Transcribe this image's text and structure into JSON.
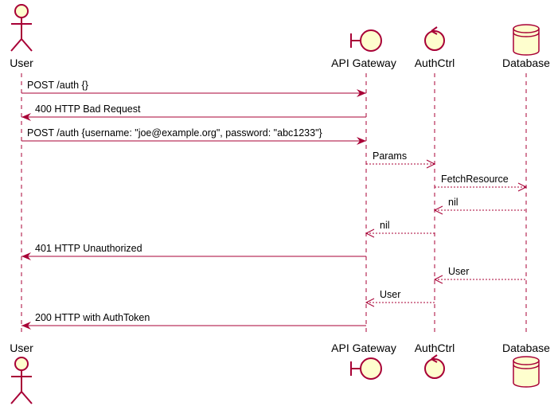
{
  "colors": {
    "stroke": "#a80036",
    "fill": "#fefece",
    "lifeline": "#a80036",
    "text": "#000000"
  },
  "participants": [
    {
      "label": "User",
      "icon": "actor-icon"
    },
    {
      "label": "API Gateway",
      "icon": "boundary-icon"
    },
    {
      "label": "AuthCtrl",
      "icon": "control-icon"
    },
    {
      "label": "Database",
      "icon": "database-icon"
    }
  ],
  "messages": [
    {
      "label": "POST /auth {}",
      "from": "User",
      "to": "API Gateway",
      "style": "solid"
    },
    {
      "label": "400 HTTP Bad Request",
      "from": "API Gateway",
      "to": "User",
      "style": "solid"
    },
    {
      "label": "POST /auth {username: \"joe@example.org\", password: \"abc1233\"}",
      "from": "User",
      "to": "API Gateway",
      "style": "solid"
    },
    {
      "label": "Params",
      "from": "API Gateway",
      "to": "AuthCtrl",
      "style": "dashed"
    },
    {
      "label": "FetchResource",
      "from": "AuthCtrl",
      "to": "Database",
      "style": "dashed"
    },
    {
      "label": "nil",
      "from": "Database",
      "to": "AuthCtrl",
      "style": "dashed"
    },
    {
      "label": "nil",
      "from": "AuthCtrl",
      "to": "API Gateway",
      "style": "dashed"
    },
    {
      "label": "401 HTTP Unauthorized",
      "from": "API Gateway",
      "to": "User",
      "style": "solid"
    },
    {
      "label": "User",
      "from": "Database",
      "to": "AuthCtrl",
      "style": "dashed"
    },
    {
      "label": "User",
      "from": "AuthCtrl",
      "to": "API Gateway",
      "style": "dashed"
    },
    {
      "label": "200 HTTP with AuthToken",
      "from": "API Gateway",
      "to": "User",
      "style": "solid"
    }
  ]
}
